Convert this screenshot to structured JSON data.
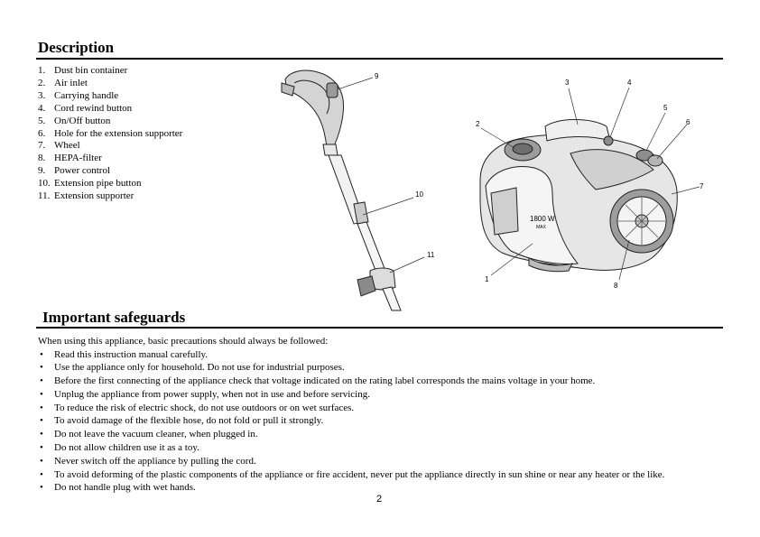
{
  "description": {
    "title": "Description",
    "parts": [
      {
        "num": "1.",
        "label": "Dust bin container"
      },
      {
        "num": "2.",
        "label": "Air inlet"
      },
      {
        "num": "3.",
        "label": "Carrying handle"
      },
      {
        "num": "4.",
        "label": "Cord rewind button"
      },
      {
        "num": "5.",
        "label": "On/Off button"
      },
      {
        "num": "6.",
        "label": "Hole for the extension supporter"
      },
      {
        "num": "7.",
        "label": "Wheel"
      },
      {
        "num": "8.",
        "label": "HEPA-filter"
      },
      {
        "num": "9.",
        "label": "Power control"
      },
      {
        "num": "10.",
        "label": "Extension pipe button"
      },
      {
        "num": "11.",
        "label": "Extension supporter"
      }
    ]
  },
  "figure": {
    "callouts": [
      "9",
      "10",
      "11",
      "3",
      "4",
      "2",
      "5",
      "6",
      "7",
      "1",
      "8"
    ],
    "vacuum_power_label": "1800 W",
    "vacuum_power_sub": "MAX"
  },
  "safeguards": {
    "title": "Important safeguards",
    "intro": "When using this appliance, basic precautions should always be followed:",
    "bullet": "•",
    "items": [
      "Read this instruction manual carefully.",
      "Use the appliance only for household. Do not use for industrial purposes.",
      "Before the first connecting of the appliance check that voltage indicated on the rating label corresponds the mains voltage in your home.",
      "Unplug the appliance from power supply, when not in use and before servicing.",
      "To reduce the risk of electric shock, do not use outdoors or on wet surfaces.",
      "To avoid damage of the flexible hose, do not fold or pull it strongly.",
      "Do not leave the vacuum cleaner, when plugged in.",
      "Do not allow children use it as a toy.",
      "Never switch off the appliance by pulling the cord.",
      "To avoid deforming of the plastic components of the appliance or fire accident, never put the appliance directly in sun shine or near any heater or the like.",
      "Do not handle plug with wet hands."
    ]
  },
  "page_number": "2"
}
